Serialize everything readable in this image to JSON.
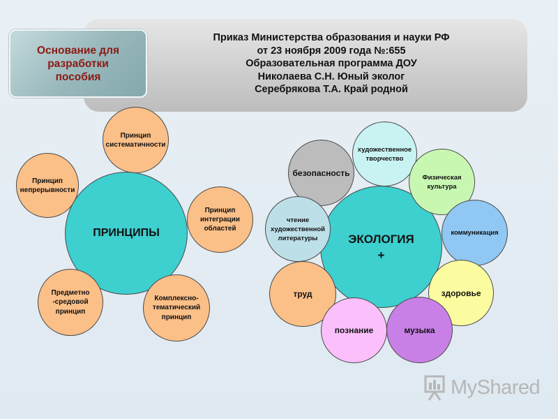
{
  "header": {
    "basis_label": [
      "Основание для",
      "разработки",
      "пособия"
    ],
    "lines": [
      "Приказ Министерства образования и науки РФ",
      "от 23 ноября 2009 года №:655",
      "Образовательная программа ДОУ",
      "Николаева С.Н. Юный эколог",
      "Серебрякова Т.А. Край родной"
    ]
  },
  "principles": {
    "center": "ПРИНЦИПЫ",
    "items": [
      "Принцип\nсистематичности",
      "Принцип\nнепрерывности",
      "Принцип\nинтеграции\nобластей",
      "Предметно\n-средовой\nпринцип",
      "Комплексно-\nтематический\nпринцип"
    ]
  },
  "ecology": {
    "center": "ЭКОЛОГИЯ\n+",
    "items": [
      "художественное\nтворчество",
      "безопасность",
      "Физическая\nкультура",
      "чтение\nхудожественной\nлитературы",
      "коммуникация",
      "труд",
      "здоровье",
      "познание",
      "музыка"
    ]
  },
  "logo": {
    "text": "MyShared"
  },
  "colors": {
    "peach": "#fbbf88",
    "teal": "#3ecfcf",
    "basis_text": "#8b1a12"
  }
}
